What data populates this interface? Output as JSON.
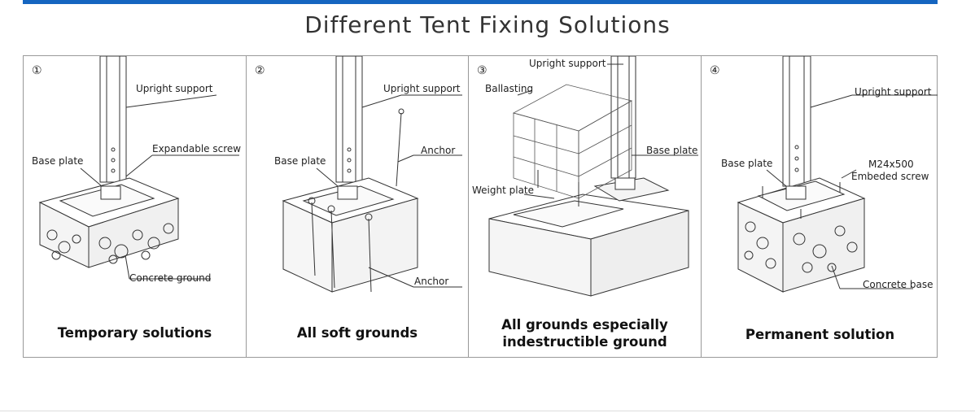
{
  "title": "Different Tent Fixing Solutions",
  "panels": [
    {
      "num": "①",
      "labels": {
        "upright": "Upright support",
        "base": "Base plate",
        "screw": "Expandable screw",
        "ground": "Concrete ground"
      },
      "caption": "Temporary solutions"
    },
    {
      "num": "②",
      "labels": {
        "upright": "Upright support",
        "base": "Base plate",
        "anchor1": "Anchor",
        "anchor2": "Anchor"
      },
      "caption": "All soft grounds"
    },
    {
      "num": "③",
      "labels": {
        "upright": "Upright support",
        "ballast": "Ballasting",
        "base": "Base plate",
        "weight": "Weight plate"
      },
      "caption_line1": "All grounds especially",
      "caption_line2": "indestructible ground"
    },
    {
      "num": "④",
      "labels": {
        "upright": "Upright support",
        "base": "Base plate",
        "m24": "M24x500",
        "embed": "Embeded screw",
        "cbase": "Concrete base"
      },
      "caption": "Permanent solution"
    }
  ]
}
